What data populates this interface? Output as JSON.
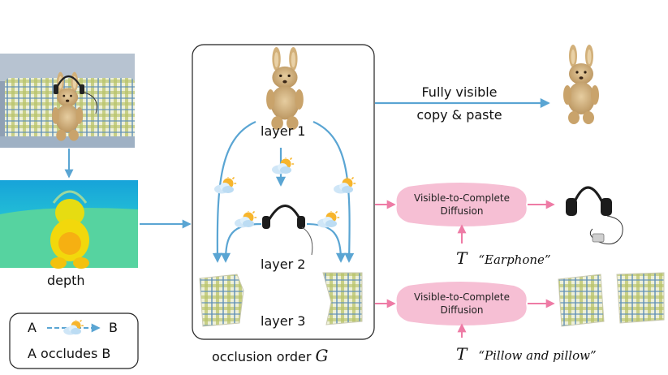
{
  "inputs": {
    "depth_label": "depth"
  },
  "occlusion_panel": {
    "layer1": "layer 1",
    "layer2": "layer 2",
    "layer3": "layer 3",
    "caption": "occlusion order",
    "caption_symbol": "G"
  },
  "top_branch": {
    "line1": "Fully visible",
    "line2": "copy & paste"
  },
  "diffusion_blocks": [
    {
      "line1": "Visible-to-Complete",
      "line2": "Diffusion",
      "t_symbol": "T",
      "prompt": "“Earphone”"
    },
    {
      "line1": "Visible-to-Complete",
      "line2": "Diffusion",
      "t_symbol": "T",
      "prompt": "“Pillow and pillow”"
    }
  ],
  "legend": {
    "from": "A",
    "to": "B",
    "meaning": "A occludes B"
  },
  "colors": {
    "arrow_blue": "#5aa5d3",
    "arrow_pink": "#ee7ba5",
    "pill_fill": "#f6bfd4",
    "panel_border": "#222222",
    "depth_blue": "#1fb6d6",
    "depth_yellow": "#f6dc10",
    "depth_green": "#62d06e"
  },
  "icons": [
    "sun-behind-cloud-icon",
    "rabbit-image",
    "headphones-image",
    "pillow-image",
    "bedroom-photo"
  ]
}
